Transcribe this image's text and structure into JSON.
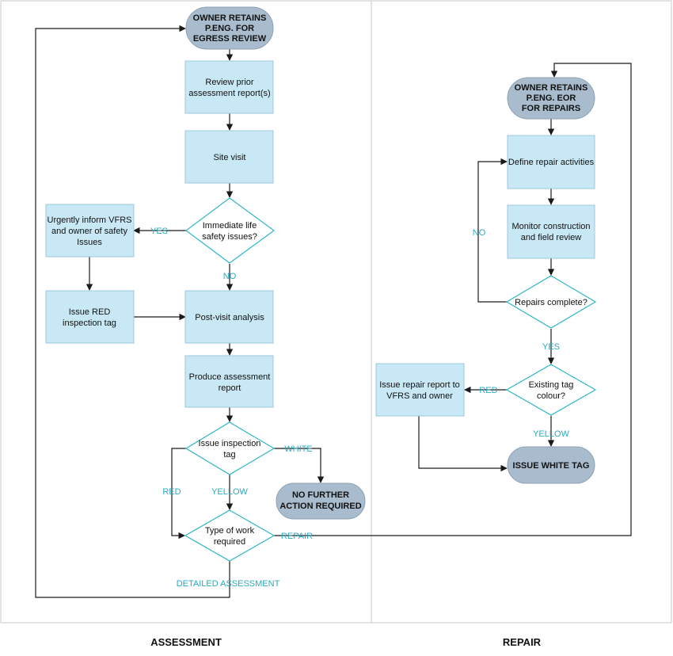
{
  "sections": {
    "assessment": "ASSESSMENT",
    "repair": "REPAIR"
  },
  "nodes": {
    "start_egress": [
      "OWNER RETAINS",
      "P.ENG. FOR",
      "EGRESS REVIEW"
    ],
    "review_prior": [
      "Review prior",
      "assessment report(s)"
    ],
    "site_visit": [
      "Site visit"
    ],
    "life_safety": [
      "Immediate life",
      "safety issues?"
    ],
    "inform_vfrs": [
      "Urgently inform VFRS",
      "and owner of safety",
      "Issues"
    ],
    "issue_red": [
      "Issue RED",
      "inspection  tag"
    ],
    "post_visit": [
      "Post-visit analysis"
    ],
    "produce_report": [
      "Produce assessment",
      "report"
    ],
    "issue_tag": [
      "Issue inspection",
      "tag"
    ],
    "no_further": [
      "NO FURTHER",
      "ACTION REQUIRED"
    ],
    "type_of_work": [
      "Type of work",
      "required"
    ],
    "start_repairs": [
      "OWNER RETAINS",
      "P.ENG. EOR",
      "FOR  REPAIRS"
    ],
    "define_repair": [
      "Define repair activities"
    ],
    "monitor": [
      "Monitor construction",
      "and field review"
    ],
    "repairs_complete": [
      "Repairs complete?"
    ],
    "existing_tag": [
      "Existing tag",
      "colour?"
    ],
    "issue_repair_report": [
      "Issue repair report to",
      "VFRS and owner"
    ],
    "issue_white": [
      "ISSUE WHITE TAG"
    ]
  },
  "edges": {
    "yes": "YES",
    "no": "NO",
    "white": "WHITE",
    "red": "RED",
    "yellow": "YELLOW",
    "repair": "REPAIR",
    "detailed": "DETAILED ASSESSMENT",
    "no_r": "NO",
    "yes_r": "YES",
    "red_r": "RED",
    "yellow_r": "YELLOW"
  },
  "colors": {
    "process": "#c9e8f5",
    "terminal": "#a9bccd",
    "decision_stroke": "#2fb7c9",
    "edge_label": "#2aa9c0"
  }
}
